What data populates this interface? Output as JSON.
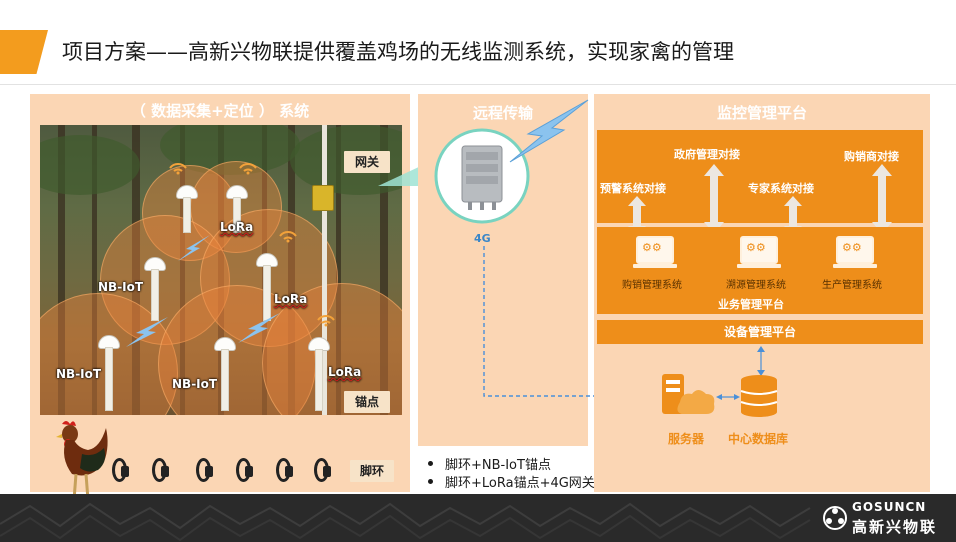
{
  "title": "项目方案——高新兴物联提供覆盖鸡场的无线监测系统，实现家禽的管理",
  "panel_collect": {
    "title": "（ 数据采集+定位 ） 系统",
    "tags": {
      "gateway": "网关",
      "anchor": "锚点",
      "anklet": "脚环"
    },
    "labels": {
      "lora_1": "LoRa",
      "nbiot_1": "NB-IoT",
      "lora_2": "LoRa",
      "nbiot_2": "NB-IoT",
      "nbiot_3": "NB-IoT",
      "lora_3": "LoRa"
    }
  },
  "panel_transport": {
    "title": "远程传输",
    "badge": "4G",
    "bullets": [
      "脚环+NB-IoT锚点",
      "脚环+LoRa锚点+4G网关"
    ]
  },
  "panel_platform": {
    "title": "监控管理平台",
    "links": {
      "gov": "政府管理对接",
      "dealer": "购销商对接",
      "alert": "预警系统对接",
      "expert": "专家系统对接"
    },
    "systems": [
      "购销管理系统",
      "溯源管理系统",
      "生产管理系统"
    ],
    "biz_platform": "业务管理平台",
    "device_platform": "设备管理平台",
    "server": "服务器",
    "database": "中心数据库"
  },
  "logo": {
    "en": "GOSUNCN",
    "cn": "高新兴物联"
  },
  "colors": {
    "accent": "#f39c1e",
    "panel": "#fbd6b4",
    "platform": "#ee8e1a",
    "link": "#4a90d9"
  }
}
